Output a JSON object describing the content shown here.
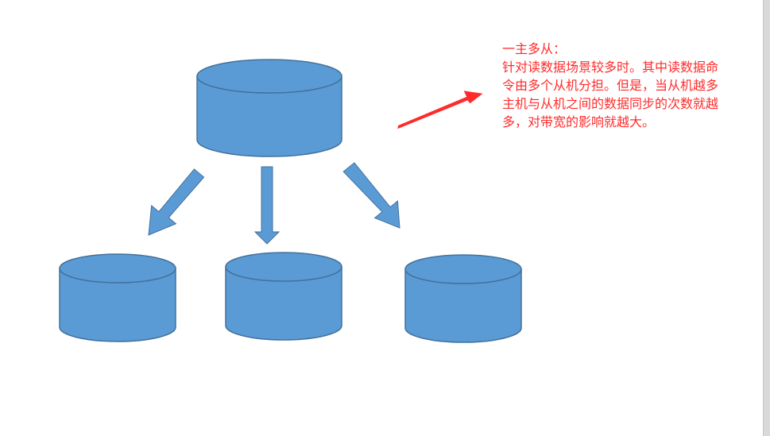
{
  "annotation": {
    "heading": "一主多从：",
    "lines": [
      "针对读数据场景较多时。其中读数据命",
      "令由多个从机分担。但是，当从机越多",
      "主机与从机之间的数据同步的次数就越",
      "多，对带宽的影响就越大。"
    ]
  },
  "colors": {
    "cylinder_fill": "#5b9bd5",
    "cylinder_stroke": "#41719c",
    "arrow_fill": "#5b9bd5",
    "annotation_text": "#ff2b2b",
    "pointer_arrow": "#ff2b2b"
  },
  "nodes": {
    "master": {
      "role": "master"
    },
    "slaves": [
      {
        "role": "slave"
      },
      {
        "role": "slave"
      },
      {
        "role": "slave"
      }
    ]
  }
}
